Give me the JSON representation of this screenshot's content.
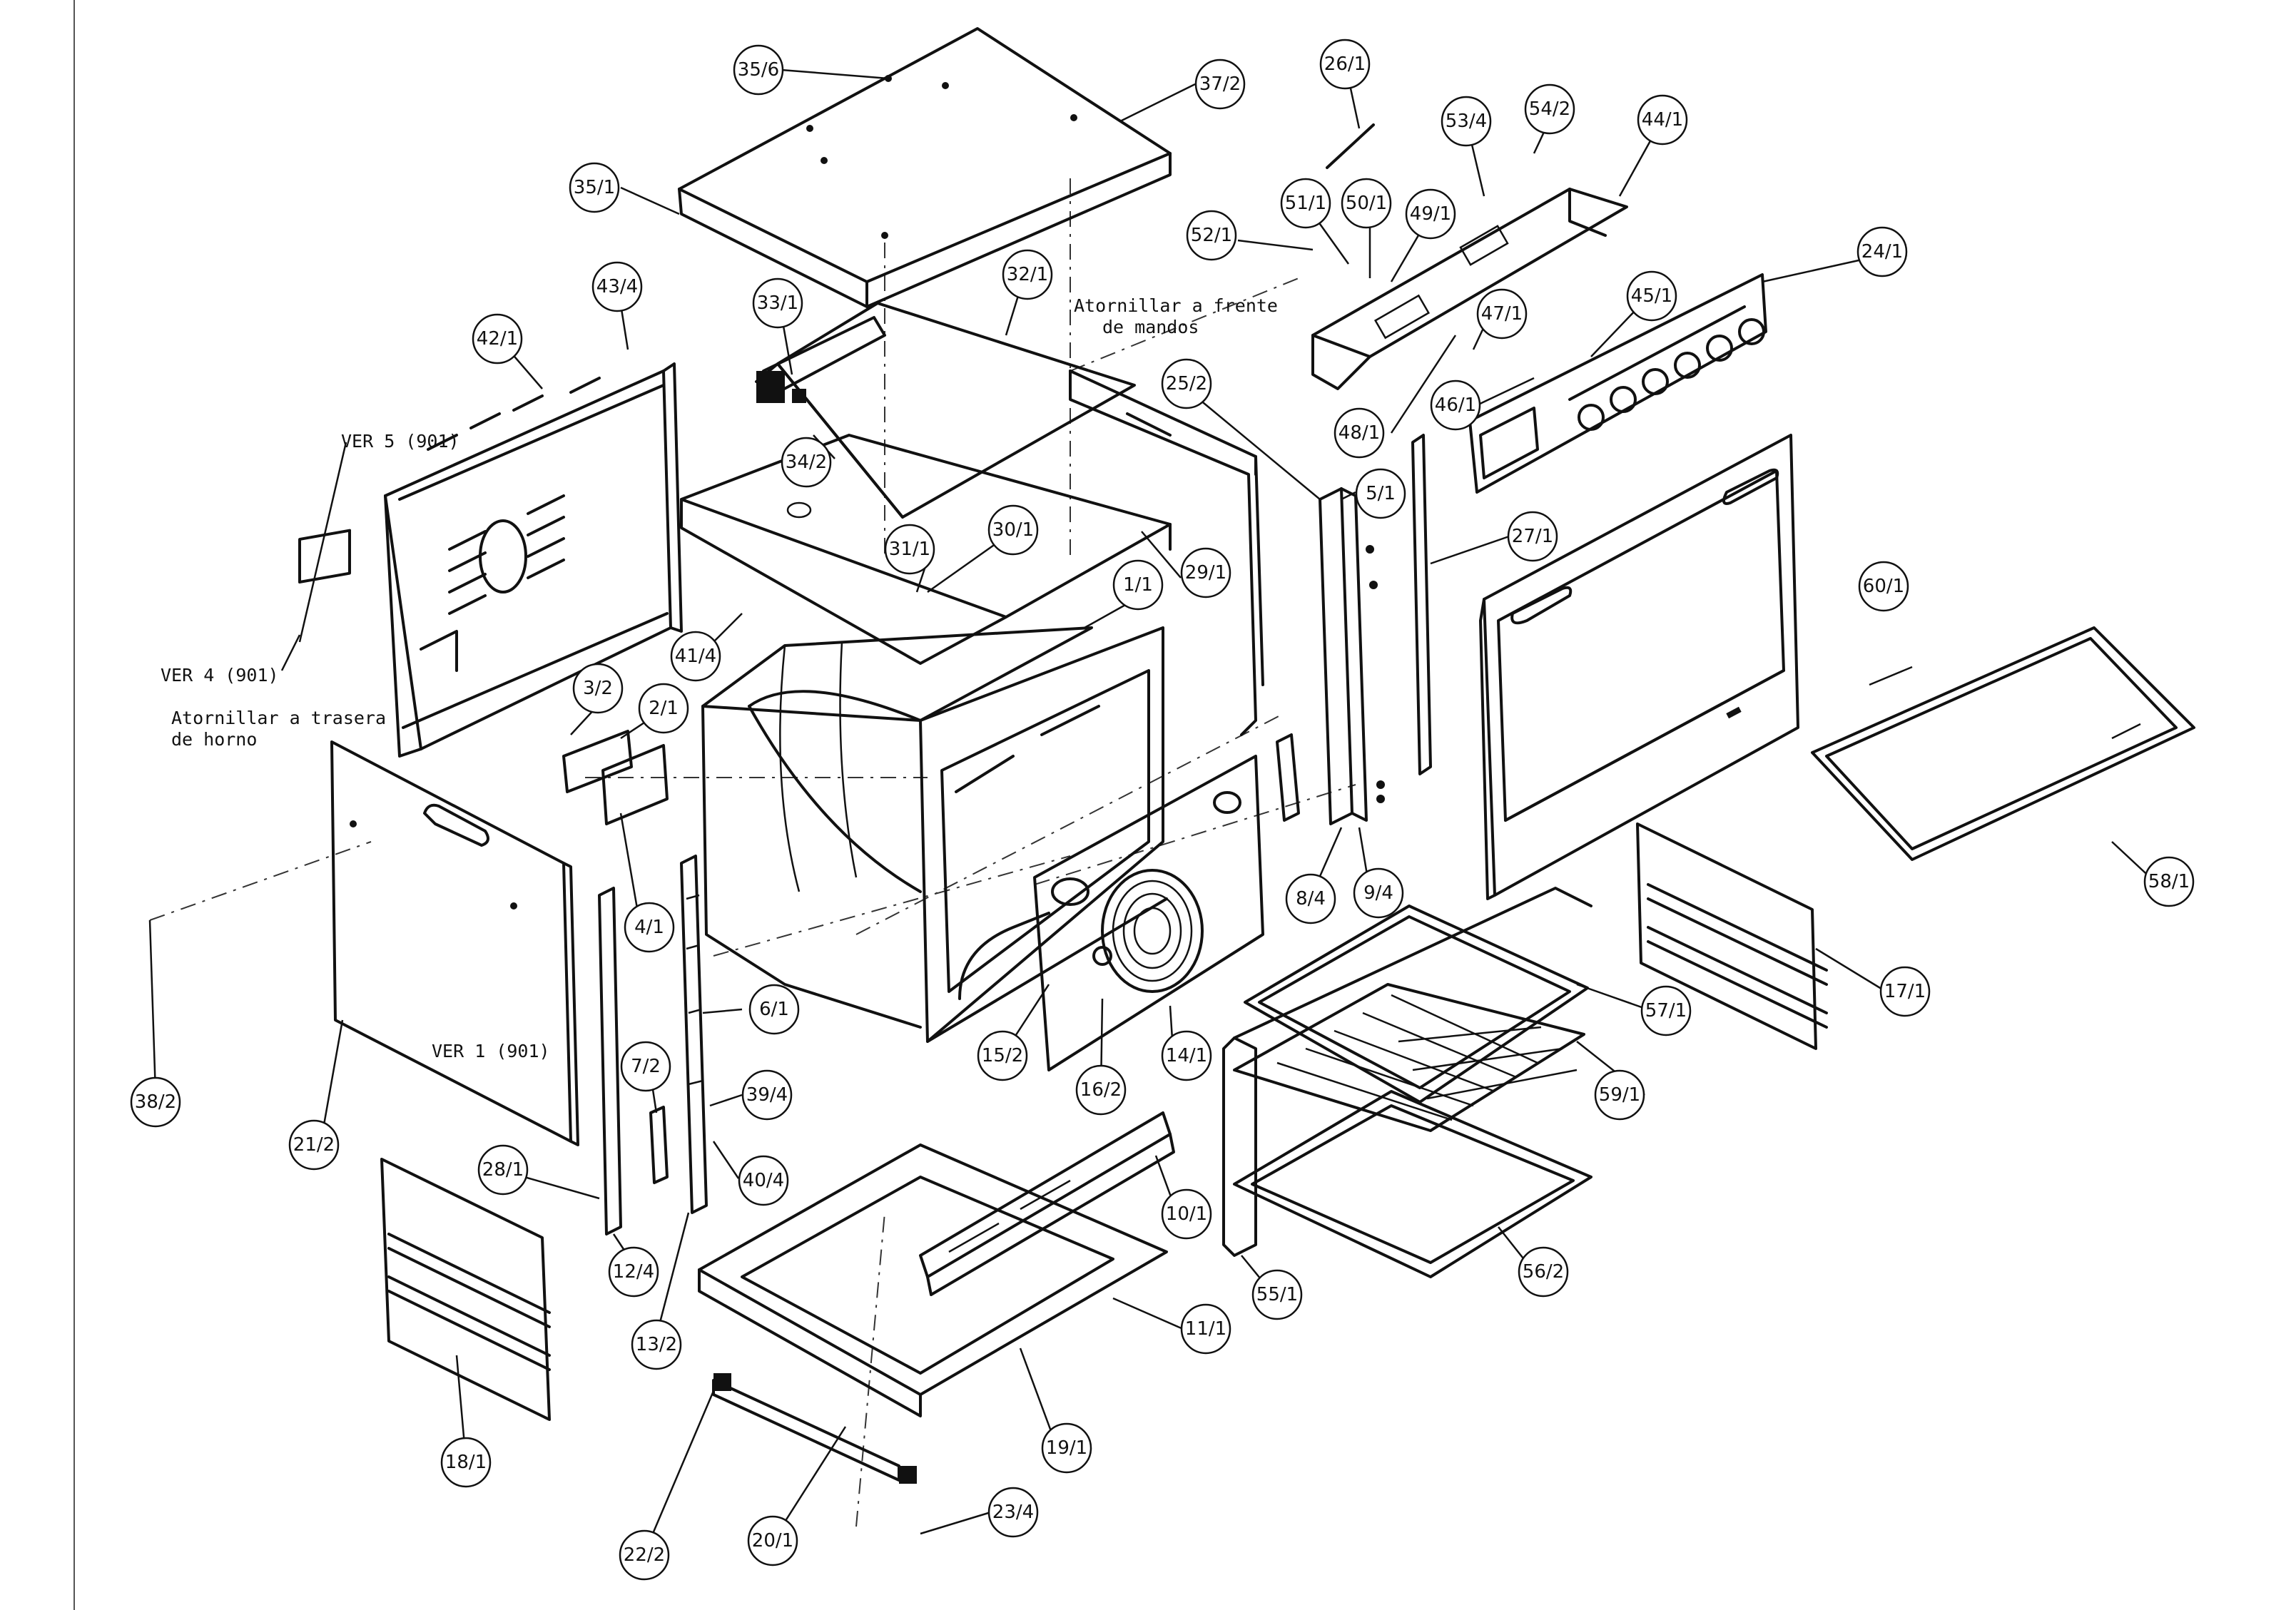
{
  "callouts": [
    "35/6",
    "37/2",
    "35/1",
    "26/1",
    "53/4",
    "54/2",
    "44/1",
    "52/1",
    "51/1",
    "50/1",
    "49/1",
    "24/1",
    "33/1",
    "32/1",
    "43/4",
    "42/1",
    "47/1",
    "45/1",
    "34/2",
    "25/2",
    "46/1",
    "48/1",
    "5/1",
    "27/1",
    "60/1",
    "31/1",
    "30/1",
    "29/1",
    "1/1",
    "41/4",
    "3/2",
    "2/1",
    "4/1",
    "8/4",
    "9/4",
    "58/1",
    "38/2",
    "6/1",
    "15/2",
    "16/2",
    "14/1",
    "57/1",
    "17/1",
    "7/2",
    "39/4",
    "59/1",
    "21/2",
    "28/1",
    "40/4",
    "10/1",
    "12/4",
    "55/1",
    "56/2",
    "11/1",
    "13/2",
    "18/1",
    "19/1",
    "23/4",
    "20/1",
    "22/2"
  ],
  "notes": {
    "ver5": "VER 5 (901)",
    "ver4": "VER 4 (901)",
    "ver1": "VER 1 (901)",
    "rear_line1": "Atornillar a trasera",
    "rear_line2": "de horno",
    "front_line1": "Atornillar a frente",
    "front_line2": "de mandos"
  }
}
